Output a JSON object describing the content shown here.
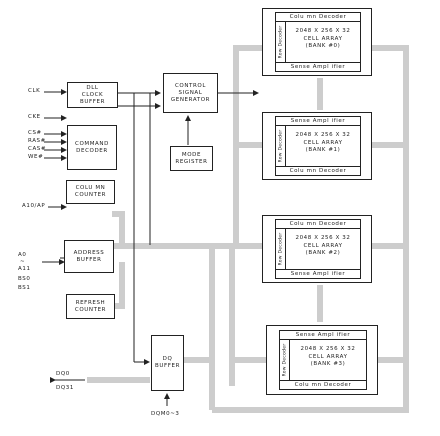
{
  "blocks": {
    "dll": "DLL\nCLOCK\nBUFFER",
    "control": "CONTROL\nSIGNAL\nGENERATOR",
    "command": "COMMAND\nDECODER",
    "mode": "MODE\nREGISTER",
    "column_counter": "COLU MN\nCOUNTER",
    "address": "ADDRESS\nBUFFER",
    "refresh": "REFRESH\nCOUNTER",
    "dq": "DQ\nBUFFER"
  },
  "signals": {
    "clk": "CLK",
    "cke": "CKE",
    "cs": "CS#",
    "ras": "RAS#",
    "cas": "CAS#",
    "we": "WE#",
    "a10": "A10/AP",
    "a0": "A0",
    "tilde": "~",
    "a11": "A11",
    "bs0": "BS0",
    "bs1": "BS1",
    "dq0": "DQ0",
    "dqtilde": "~",
    "dq31": "DQ31",
    "dqm": "DQM0~3"
  },
  "banks": [
    {
      "top": "Colu mn   Decoder",
      "bottom": "Sense   Ampl  ifier",
      "row": "Row Decoder",
      "line1": "2048  X  256  X  32",
      "line2": "CELL   ARRAY",
      "line3": "(BANK    #0)"
    },
    {
      "top": "Sense   Ampl  ifier",
      "bottom": "Colu mn   Decoder",
      "row": "Row Decoder",
      "line1": "2048  X  256  X  32",
      "line2": "CELL   ARRAY",
      "line3": "(BANK    #1)"
    },
    {
      "top": "Colu mn   Decoder",
      "bottom": "Sense   Ampl  ifier",
      "row": "Row Decoder",
      "line1": "2048  X  256  X  32",
      "line2": "CELL   ARRAY",
      "line3": "(BANK    #2)"
    },
    {
      "top": "Sense   Ampl  ifier",
      "bottom": "Colu mn   Decoder",
      "row": "Row Decoder",
      "line1": "2048  X  256  X  32",
      "line2": "CELL   ARRAY",
      "line3": "(BANK    #3)"
    }
  ],
  "colors": {
    "line": "#222222",
    "bus": "#cccccc"
  }
}
